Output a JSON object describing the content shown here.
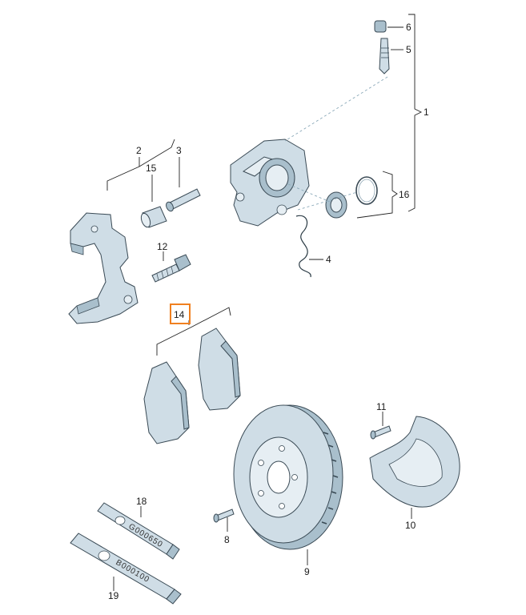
{
  "callouts": {
    "c1": "1",
    "c2": "2",
    "c3": "3",
    "c4": "4",
    "c5": "5",
    "c6": "6",
    "c8": "8",
    "c9": "9",
    "c10": "10",
    "c11": "11",
    "c12": "12",
    "c14": "14",
    "c15": "15",
    "c16": "16",
    "c18": "18",
    "c19": "19"
  },
  "tubes": {
    "t18": "G000650",
    "t19": "B000100"
  },
  "colors": {
    "part_fill": "#cfdde6",
    "part_light": "#e6eef3",
    "part_dark": "#a9bfcc",
    "highlight_box": "#f08020"
  }
}
